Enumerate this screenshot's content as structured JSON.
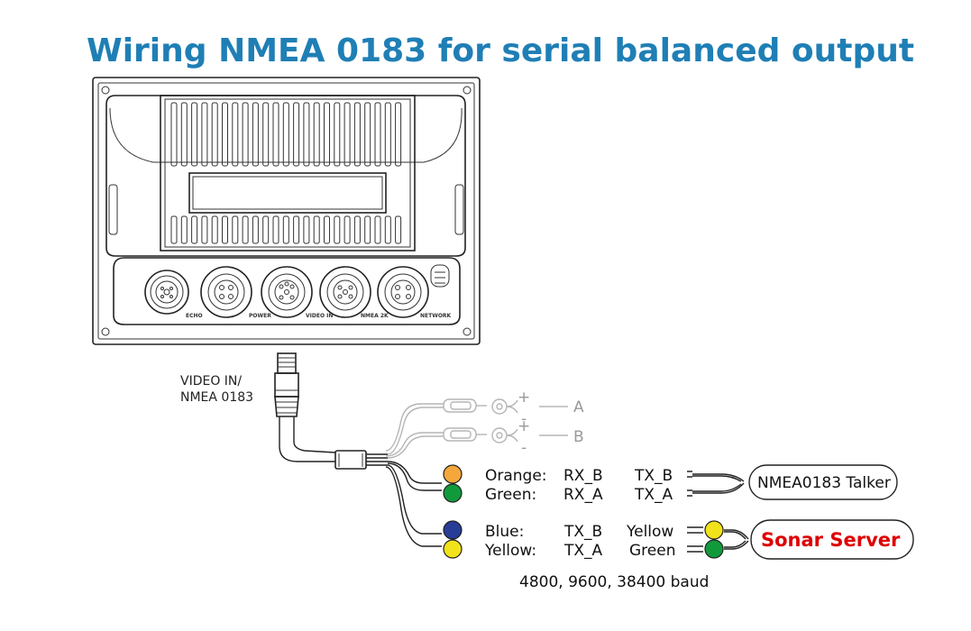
{
  "title": "Wiring NMEA 0183 for serial balanced output",
  "device": {
    "ports": [
      "ECHO",
      "POWER",
      "VIDEO IN",
      "NMEA 2K",
      "NETWORK"
    ]
  },
  "cable_label": {
    "line1": "VIDEO IN/",
    "line2": "NMEA 0183"
  },
  "video_outputs": [
    {
      "label": "A",
      "plus": "+",
      "minus": "-"
    },
    {
      "label": "B",
      "plus": "+",
      "minus": "-"
    }
  ],
  "talker_wires": [
    {
      "color_name": "Orange:",
      "signal": "RX_B",
      "target_signal": "TX_B",
      "color": "#f4a73b"
    },
    {
      "color_name": "Green:",
      "signal": "RX_A",
      "target_signal": "TX_A",
      "color": "#119a3c"
    }
  ],
  "talker_box": "NMEA0183 Talker",
  "server_wires": [
    {
      "color_name": "Blue:",
      "signal": "TX_B",
      "target_color": "Yellow",
      "color": "#283d96",
      "target_dot": "#f2e21a"
    },
    {
      "color_name": "Yellow:",
      "signal": "TX_A",
      "target_color": "Green",
      "color": "#f2e21a",
      "target_dot": "#119a3c"
    }
  ],
  "server_box": "Sonar Server",
  "baud_note": "4800, 9600, 38400 baud",
  "colors": {
    "title": "#1f7fb5",
    "server_text": "#dd0000"
  }
}
